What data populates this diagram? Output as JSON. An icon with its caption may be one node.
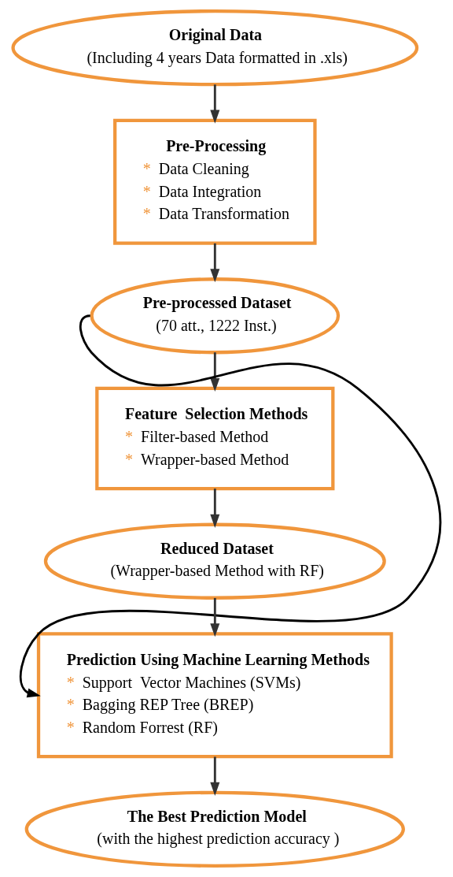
{
  "diagram": {
    "nodes": [
      {
        "text": [
          "Original Data",
          "(Including 4 years Data formatted in .xls)"
        ]
      },
      {
        "text": [
          "Pre-Processing",
          "* Data Cleaning",
          "* Data Integration",
          "* Data Transformation"
        ]
      },
      {
        "text": [
          "Pre-processed Dataset",
          "(70 att., 1222 Inst.)"
        ]
      },
      {
        "text": [
          "Feature  Selection Methods",
          "* Filter-based Method",
          "* Wrapper-based Method"
        ]
      },
      {
        "text": [
          "Reduced Dataset",
          "(Wrapper-based Method with RF)"
        ]
      },
      {
        "text": [
          "Prediction Using Machine Learning Methods",
          "* Support  Vector Machines (SVMs)",
          "* Bagging REP Tree (BREP)",
          "* Random Forrest (RF)"
        ]
      },
      {
        "text": [
          "The Best Prediction Model",
          "(with the highest prediction accuracy )"
        ]
      }
    ],
    "edges": [
      {
        "from": 0,
        "to": 1,
        "arrow": "to"
      },
      {
        "from": 1,
        "to": 2,
        "arrow": "to"
      },
      {
        "from": 2,
        "to": 3,
        "arrow": "to"
      },
      {
        "from": 3,
        "to": 4,
        "arrow": "to"
      },
      {
        "from": 4,
        "to": 5,
        "arrow": "to"
      },
      {
        "from": 5,
        "to": 6,
        "arrow": "to"
      },
      {
        "from": 2,
        "to": 5,
        "arrow": "to",
        "color": "#000000"
      }
    ]
  }
}
